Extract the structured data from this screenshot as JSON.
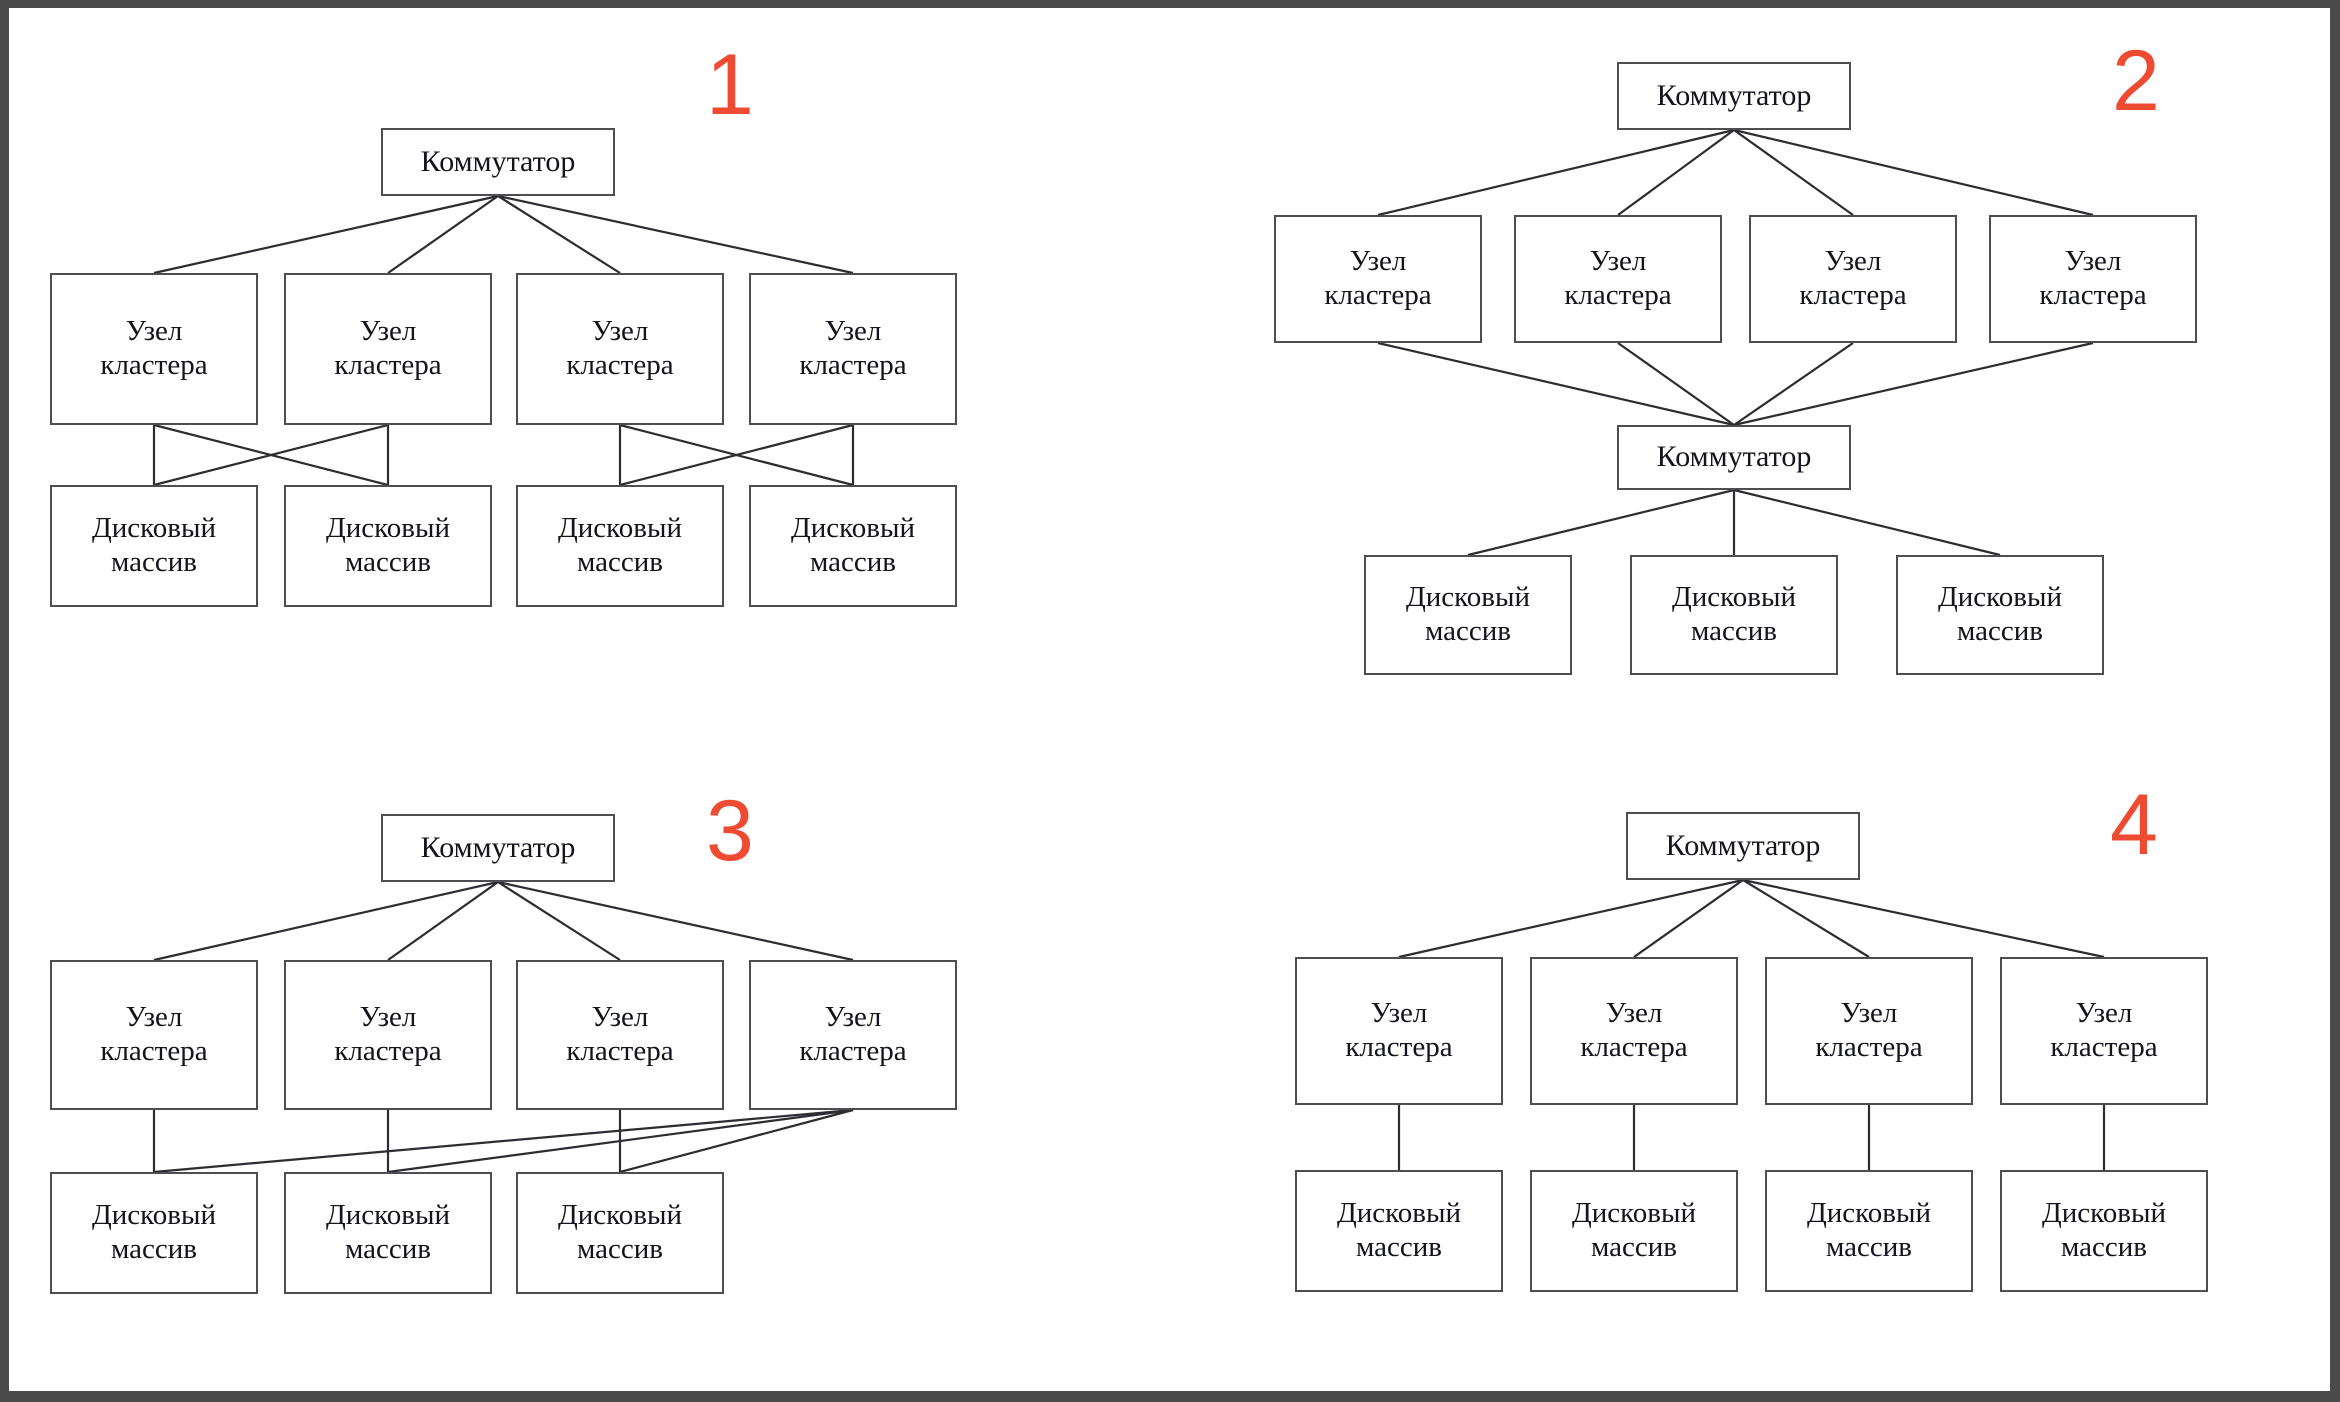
{
  "page": {
    "background": "#ffffff",
    "border_color": "#4a4a4a",
    "box_border_color": "#4d4d52",
    "line_color": "#2c2c33",
    "number_color": "#ef4b33",
    "text_color": "#14141e"
  },
  "labels": {
    "switch": "Коммутатор",
    "node_line1": "Узел",
    "node_line2": "кластера",
    "array_line1": "Дисковый",
    "array_line2": "массив"
  },
  "diagrams": [
    {
      "id": "diagram-1",
      "number": "1",
      "switches": 1,
      "cluster_nodes": 4,
      "disk_arrays": 4,
      "topology": "Один коммутатор, четыре узла кластера, четыре дисковых массива; узлы соединены перекрёстно попарно с массивами"
    },
    {
      "id": "diagram-2",
      "number": "2",
      "switches": 2,
      "cluster_nodes": 4,
      "disk_arrays": 3,
      "topology": "Два коммутатора: верхний к четырём узлам кластера, нижний к трём дисковым массивам"
    },
    {
      "id": "diagram-3",
      "number": "3",
      "switches": 1,
      "cluster_nodes": 4,
      "disk_arrays": 3,
      "topology": "Один коммутатор, четыре узла кластера; три узла подключены к своим массивам, четвёртый узел подключён ко всем трём массивам"
    },
    {
      "id": "diagram-4",
      "number": "4",
      "switches": 1,
      "cluster_nodes": 4,
      "disk_arrays": 4,
      "topology": "Один коммутатор, четыре узла кластера, каждый узел подключён к собственному дисковому массиву"
    }
  ]
}
